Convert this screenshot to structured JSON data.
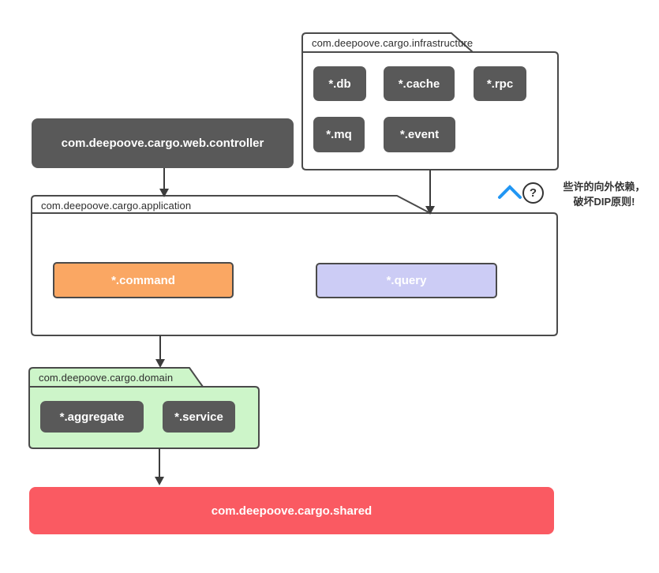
{
  "diagram": {
    "packages": {
      "web_controller": {
        "label": "com.deepoove.cargo.web.controller"
      },
      "infrastructure": {
        "label": "com.deepoove.cargo.infrastructure",
        "modules": {
          "db": "*.db",
          "cache": "*.cache",
          "rpc": "*.rpc",
          "mq": "*.mq",
          "event": "*.event"
        }
      },
      "application": {
        "label": "com.deepoove.cargo.application",
        "modules": {
          "command": "*.command",
          "query": "*.query"
        }
      },
      "domain": {
        "label": "com.deepoove.cargo.domain",
        "modules": {
          "aggregate": "*.aggregate",
          "service": "*.service"
        }
      },
      "shared": {
        "label": "com.deepoove.cargo.shared"
      }
    },
    "annotation": {
      "line1": "些许的向外依赖，",
      "line2": "破坏DIP原则!",
      "help_label": "?"
    },
    "colors": {
      "module_dark": "#595959",
      "command_orange": "#faa763",
      "query_lavender": "#ccccf5",
      "domain_green": "#cdf5c9",
      "shared_red": "#fa5a62",
      "chevron_blue": "#2196f3",
      "outline_gray": "#4a4a4a",
      "arrow_gray": "#3c3c3c"
    }
  }
}
